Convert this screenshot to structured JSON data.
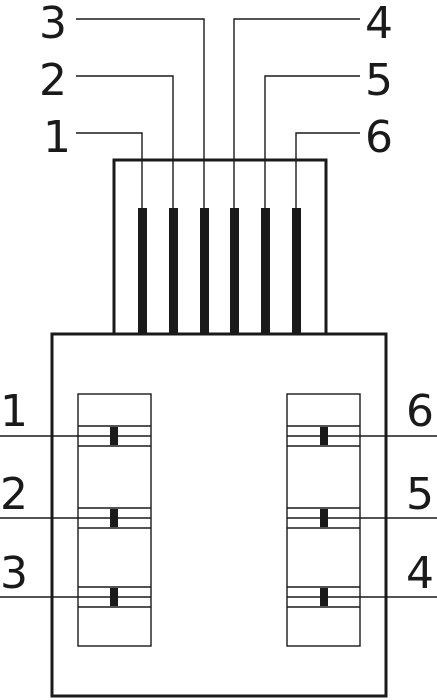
{
  "top_pins": [
    {
      "label": "1"
    },
    {
      "label": "2"
    },
    {
      "label": "3"
    },
    {
      "label": "4"
    },
    {
      "label": "5"
    },
    {
      "label": "6"
    }
  ],
  "left_terminals": [
    {
      "label": "1"
    },
    {
      "label": "2"
    },
    {
      "label": "3"
    }
  ],
  "right_terminals": [
    {
      "label": "6"
    },
    {
      "label": "5"
    },
    {
      "label": "4"
    }
  ],
  "colors": {
    "line": "#1a1a1a",
    "background": "#ffffff"
  }
}
